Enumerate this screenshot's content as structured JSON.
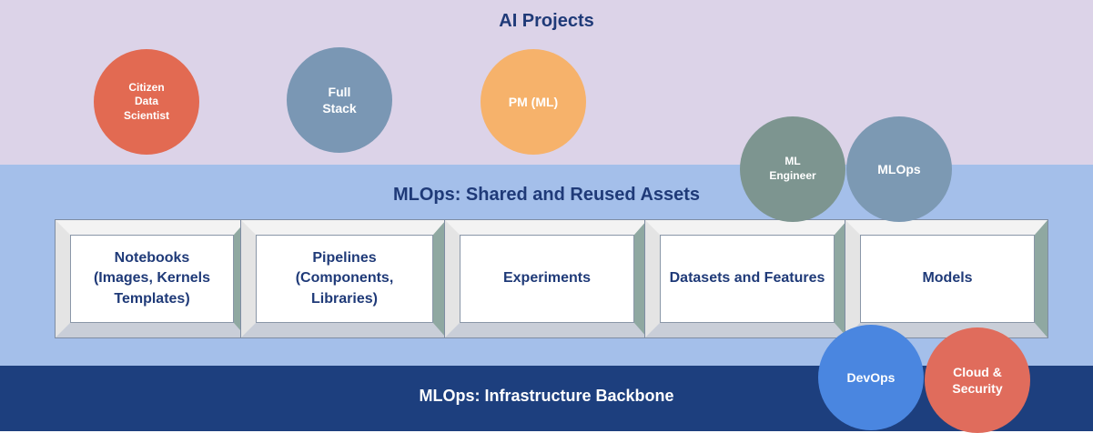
{
  "layers": {
    "ai_projects": {
      "title": "AI Projects"
    },
    "mlops_assets": {
      "title": "MLOps: Shared and Reused Assets"
    },
    "infrastructure": {
      "title": "MLOps: Infrastructure Backbone"
    }
  },
  "roles": {
    "citizen_data_scientist": [
      "Citizen",
      "Data",
      "Scientist"
    ],
    "full_stack": [
      "Full",
      "Stack"
    ],
    "pm_ml": [
      "PM (ML)"
    ],
    "ml_engineer": [
      "ML",
      "Engineer"
    ],
    "mlops": [
      "MLOps"
    ],
    "devops": [
      "DevOps"
    ],
    "cloud_security": [
      "Cloud &",
      "Security"
    ]
  },
  "assets": {
    "notebooks": [
      "Notebooks",
      "(Images, Kernels",
      "Templates)"
    ],
    "pipelines": [
      "Pipelines",
      "(Components,",
      "Libraries)"
    ],
    "experiments": [
      "Experiments"
    ],
    "datasets": [
      "Datasets and Features"
    ],
    "models": [
      "Models"
    ]
  },
  "colors": {
    "ai_band": "#dcd3e8",
    "mlops_band": "#a4bfea",
    "infra_band": "#1d3f7e",
    "title_text": "#1f3a78"
  }
}
